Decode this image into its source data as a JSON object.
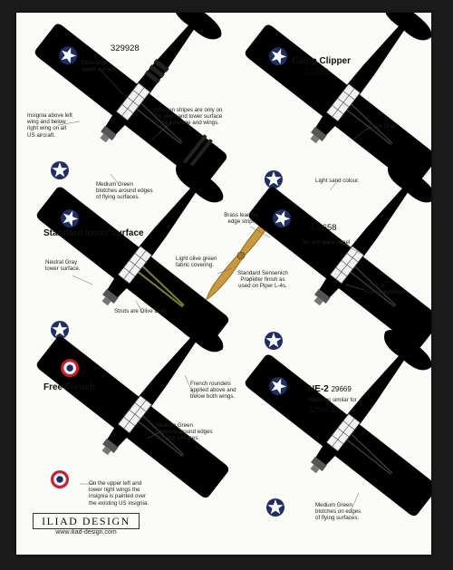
{
  "sheet": {
    "colors": {
      "olive_drab": "#7b8030",
      "medium_green": "#5a6a25",
      "neutral_gray": "#8d8d8d",
      "aluminum": "#d7d7d7",
      "light_sand": "#e6d27f",
      "propeller": "#c99a3c",
      "camo_green": "#8a8a3f",
      "insignia_blue": "#1f2f63",
      "roundel_red": "#c8202c",
      "paper": "#fbfbf8",
      "background": "#1b1b1b"
    },
    "aircraft": [
      {
        "serial": "329928",
        "notes": {
          "upper": "Olive Drab\nupper surface.",
          "insignia": "Insignia above left\nwing and below\nright wing on all\nUS aircraft.",
          "stripes": "Invasion stripes are only on\nthe sides and lower surface\nof the fuselage and wings.",
          "blotches": "Medium Green\nblotches around edges\nof flying surfaces."
        }
      },
      {
        "name": "Camp Clipper",
        "serial": "31358",
        "notes": {
          "olive": "Olive Drab",
          "sand": "Light sand colour."
        }
      },
      {
        "name": "Standard lower surface",
        "notes": {
          "gray": "Neutral Gray\nlower surface.",
          "struts": "Struts are Olive Drab"
        }
      },
      {
        "serial": "43-658",
        "notes": {
          "panel": "No anti-glare panel",
          "finish": "Finish is\noverall aluminum"
        }
      },
      {
        "name": "Free French",
        "notes": {
          "roundels": "French roundels\napplied above and\nbelow both wings.",
          "blotches": "Medium Green\nblotches around edges\nof flying surfaces.",
          "painted": "On the upper left and\nlower right wings the\ninsignia is painted over\nthe existing US insignia."
        }
      },
      {
        "name": "NE-2",
        "name_sub": "29669",
        "markings": "Markings similar for",
        "serial": "329905",
        "notes": {
          "blotches": "Medium Green\nblotches on edges\nof flying surfaces."
        }
      }
    ],
    "propeller": {
      "brass": "Brass leading\nedge strip.",
      "fabric": "Light olive green\nfabric covering.",
      "finish": "Standard Sensenich\nPropeller finish as\nused on Piper L-4s."
    },
    "brand": {
      "logo": "ILIAD DESIGN",
      "url": "www.iliad-design.com"
    }
  }
}
